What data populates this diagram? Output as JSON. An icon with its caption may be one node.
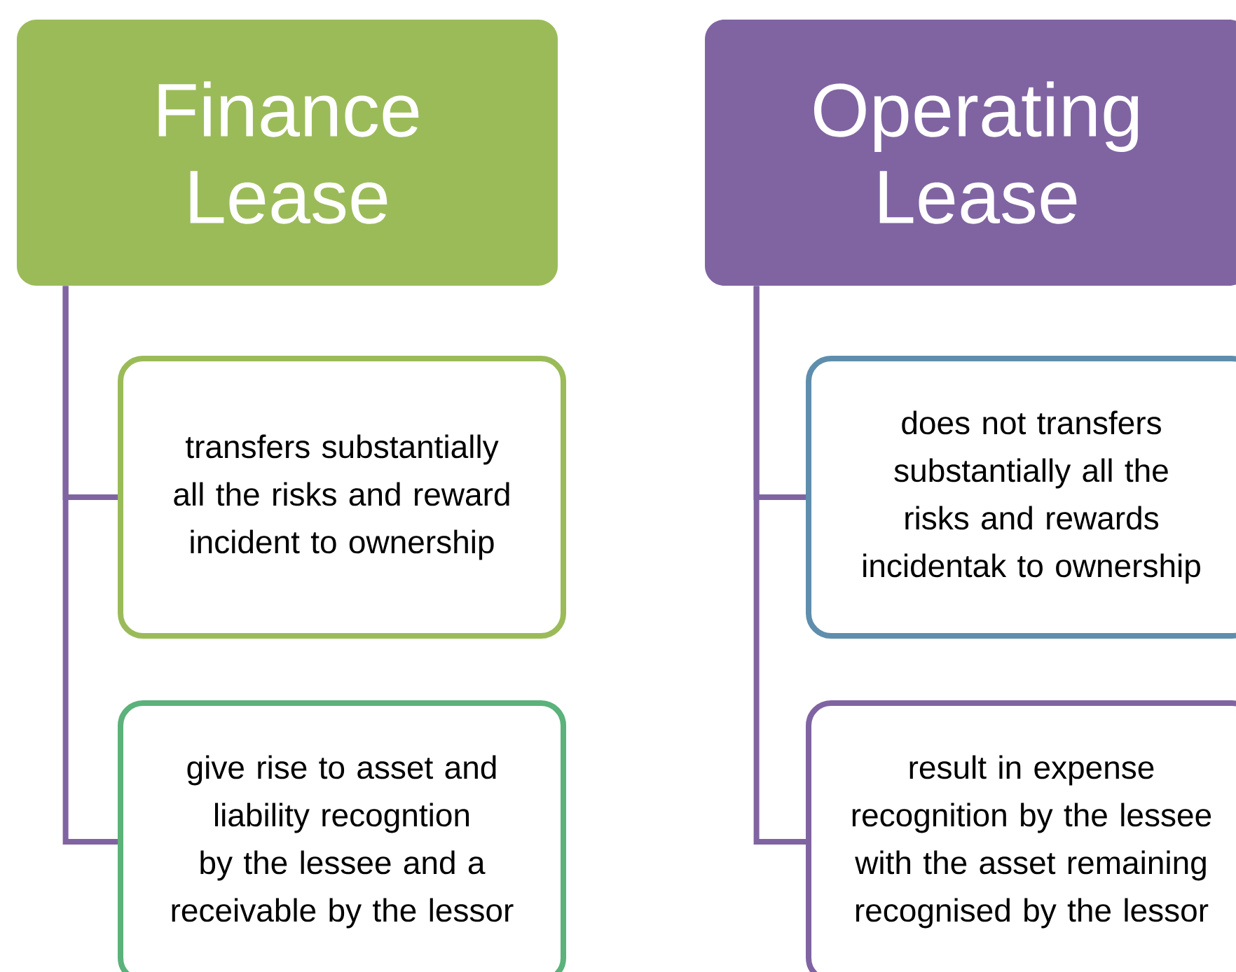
{
  "diagram": {
    "nodes": [
      {
        "text": [
          "Finance Lease"
        ]
      },
      {
        "text": [
          "transfers substantially all the risks and reward incident to ownership"
        ]
      },
      {
        "text": [
          "give rise to asset and liability recogntion by the lessee and a receivable by the lessor"
        ]
      },
      {
        "text": [
          "Operating Lease"
        ]
      },
      {
        "text": [
          "does not transfers substantially all the risks and rewards incidentak to ownership"
        ]
      },
      {
        "text": [
          "result in expense recognition by the lessee with the asset remaining recognised by the lessor"
        ]
      }
    ],
    "edges": [
      {
        "from": 0,
        "to": 1,
        "arrow": "none"
      },
      {
        "from": 0,
        "to": 2,
        "arrow": "none"
      },
      {
        "from": 3,
        "to": 4,
        "arrow": "none"
      },
      {
        "from": 3,
        "to": 5,
        "arrow": "none"
      }
    ]
  }
}
